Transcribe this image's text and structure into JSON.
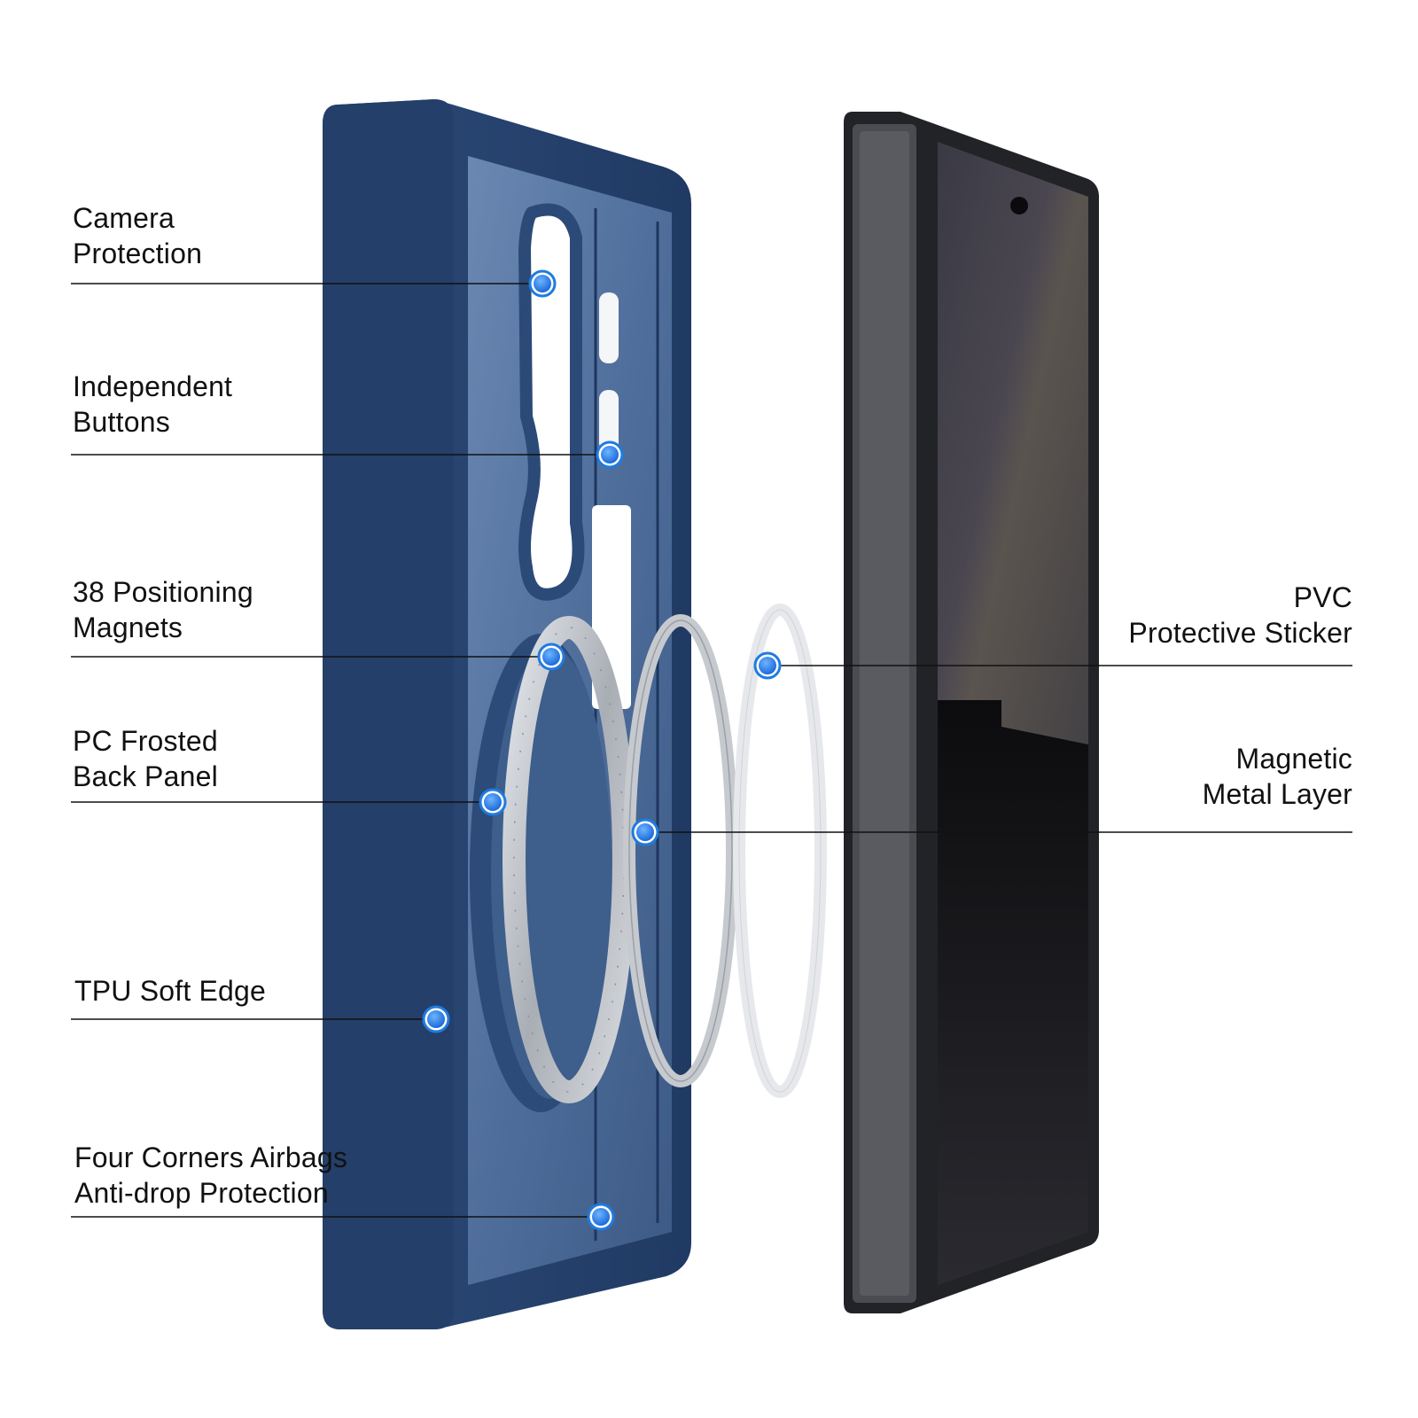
{
  "callouts_left": [
    {
      "id": "camera-protection",
      "lines": [
        "Camera",
        "Protection"
      ]
    },
    {
      "id": "independent-buttons",
      "lines": [
        "Independent",
        "Buttons"
      ]
    },
    {
      "id": "positioning-magnets",
      "lines": [
        "38 Positioning",
        "Magnets"
      ]
    },
    {
      "id": "pc-frosted-back-panel",
      "lines": [
        "PC Frosted",
        "Back Panel"
      ]
    },
    {
      "id": "tpu-soft-edge",
      "lines": [
        "TPU Soft Edge"
      ]
    },
    {
      "id": "four-corners-airbags",
      "lines": [
        "Four Corners Airbags",
        "Anti-drop Protection"
      ]
    }
  ],
  "callouts_right": [
    {
      "id": "pvc-protective-sticker",
      "lines": [
        "PVC",
        "Protective Sticker"
      ]
    },
    {
      "id": "magnetic-metal-layer",
      "lines": [
        "Magnetic",
        "Metal Layer"
      ]
    }
  ],
  "colors": {
    "case_blue": "#27436f",
    "case_blue_light": "#5b7aa6",
    "marker_blue": "#1f7be0",
    "metal_ring": "#c9cdd2",
    "phone_frame": "#2b2c30",
    "leader_line": "#111111"
  }
}
